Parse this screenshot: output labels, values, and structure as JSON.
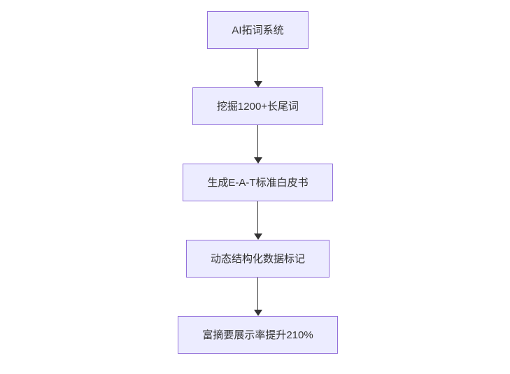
{
  "diagram": {
    "type": "flowchart",
    "direction": "top-down",
    "nodes": [
      {
        "id": "n1",
        "label": "AI拓词系统"
      },
      {
        "id": "n2",
        "label": "挖掘1200+长尾词"
      },
      {
        "id": "n3",
        "label": "生成E-A-T标准白皮书"
      },
      {
        "id": "n4",
        "label": "动态结构化数据标记"
      },
      {
        "id": "n5",
        "label": "富摘要展示率提升210%"
      }
    ],
    "edges": [
      {
        "from": "n1",
        "to": "n2"
      },
      {
        "from": "n2",
        "to": "n3"
      },
      {
        "from": "n3",
        "to": "n4"
      },
      {
        "from": "n4",
        "to": "n5"
      }
    ]
  },
  "colors": {
    "node_fill": "#ECECFF",
    "node_border": "#9370DB",
    "node_text": "#333333",
    "arrow_color": "#333333",
    "background": "#FFFFFF"
  }
}
